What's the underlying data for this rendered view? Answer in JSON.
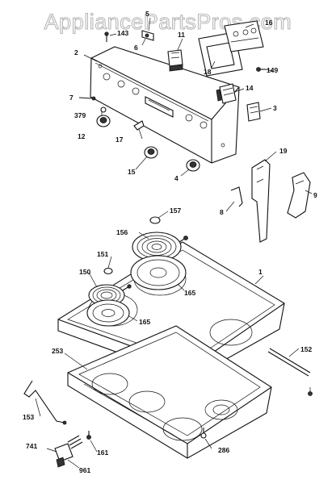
{
  "watermark": "AppliancePartsPros.com",
  "parts": {
    "p5": "5",
    "p16": "16",
    "p143": "143",
    "p6": "6",
    "p11": "11",
    "p2": "2",
    "p18": "18",
    "p149": "149",
    "p7": "7",
    "p14": "14",
    "p379": "379",
    "p3": "3",
    "p12": "12",
    "p17": "17",
    "p15": "15",
    "p4": "4",
    "p19": "19",
    "p9": "9",
    "p8": "8",
    "p157": "157",
    "p156": "156",
    "p151": "151",
    "p1": "1",
    "p150": "150",
    "p165a": "165",
    "p165b": "165",
    "p253": "253",
    "p152": "152",
    "p153": "153",
    "p741": "741",
    "p161": "161",
    "p286": "286",
    "p961": "961"
  }
}
